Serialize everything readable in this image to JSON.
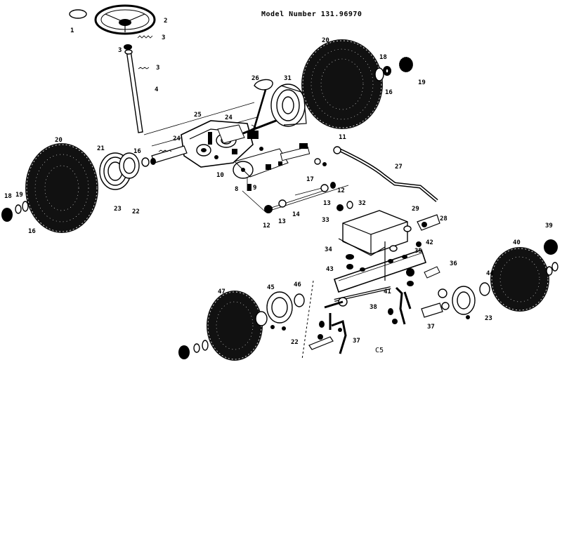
{
  "diagram": {
    "header_fragment": "",
    "model_number_text": "Model Number 131.96970",
    "code_label": "C5"
  },
  "callouts": [
    {
      "id": "c1",
      "text": "1"
    },
    {
      "id": "c2",
      "text": "2"
    },
    {
      "id": "c3a",
      "text": "3"
    },
    {
      "id": "c3b",
      "text": "3"
    },
    {
      "id": "c3c",
      "text": "3"
    },
    {
      "id": "c4",
      "text": "4"
    },
    {
      "id": "c20a",
      "text": "20"
    },
    {
      "id": "c20b",
      "text": "20"
    },
    {
      "id": "c18a",
      "text": "18"
    },
    {
      "id": "c19a",
      "text": "19"
    },
    {
      "id": "c16a",
      "text": "16"
    },
    {
      "id": "c21a",
      "text": "21"
    },
    {
      "id": "c23a",
      "text": "23"
    },
    {
      "id": "c22a",
      "text": "22"
    },
    {
      "id": "c16b",
      "text": "16"
    },
    {
      "id": "c18b",
      "text": "18"
    },
    {
      "id": "c19b",
      "text": "19"
    },
    {
      "id": "c16c",
      "text": "16"
    },
    {
      "id": "c25",
      "text": "25"
    },
    {
      "id": "c26",
      "text": "26"
    },
    {
      "id": "c31",
      "text": "31"
    },
    {
      "id": "c24a",
      "text": "24"
    },
    {
      "id": "c24b",
      "text": "24"
    },
    {
      "id": "c11",
      "text": "11"
    },
    {
      "id": "c27",
      "text": "27"
    },
    {
      "id": "c28",
      "text": "28"
    },
    {
      "id": "c29",
      "text": "29"
    },
    {
      "id": "c10",
      "text": "10"
    },
    {
      "id": "c17",
      "text": "17"
    },
    {
      "id": "c12a",
      "text": "12"
    },
    {
      "id": "c12b",
      "text": "12"
    },
    {
      "id": "c13a",
      "text": "13"
    },
    {
      "id": "c13b",
      "text": "13"
    },
    {
      "id": "c14",
      "text": "14"
    },
    {
      "id": "c32",
      "text": "32"
    },
    {
      "id": "c33",
      "text": "33"
    },
    {
      "id": "c34",
      "text": "34"
    },
    {
      "id": "c35",
      "text": "35"
    },
    {
      "id": "c36",
      "text": "36"
    },
    {
      "id": "c37a",
      "text": "37"
    },
    {
      "id": "c37b",
      "text": "37"
    },
    {
      "id": "c38",
      "text": "38"
    },
    {
      "id": "c39",
      "text": "39"
    },
    {
      "id": "c40",
      "text": "40"
    },
    {
      "id": "c41",
      "text": "41"
    },
    {
      "id": "c42",
      "text": "42"
    },
    {
      "id": "c43",
      "text": "43"
    },
    {
      "id": "c44",
      "text": "44"
    },
    {
      "id": "c45",
      "text": "45"
    },
    {
      "id": "c46",
      "text": "46"
    },
    {
      "id": "c47",
      "text": "47"
    },
    {
      "id": "c22b",
      "text": "22"
    },
    {
      "id": "c23b",
      "text": "23"
    },
    {
      "id": "c8",
      "text": "8"
    },
    {
      "id": "c9",
      "text": "9"
    }
  ]
}
